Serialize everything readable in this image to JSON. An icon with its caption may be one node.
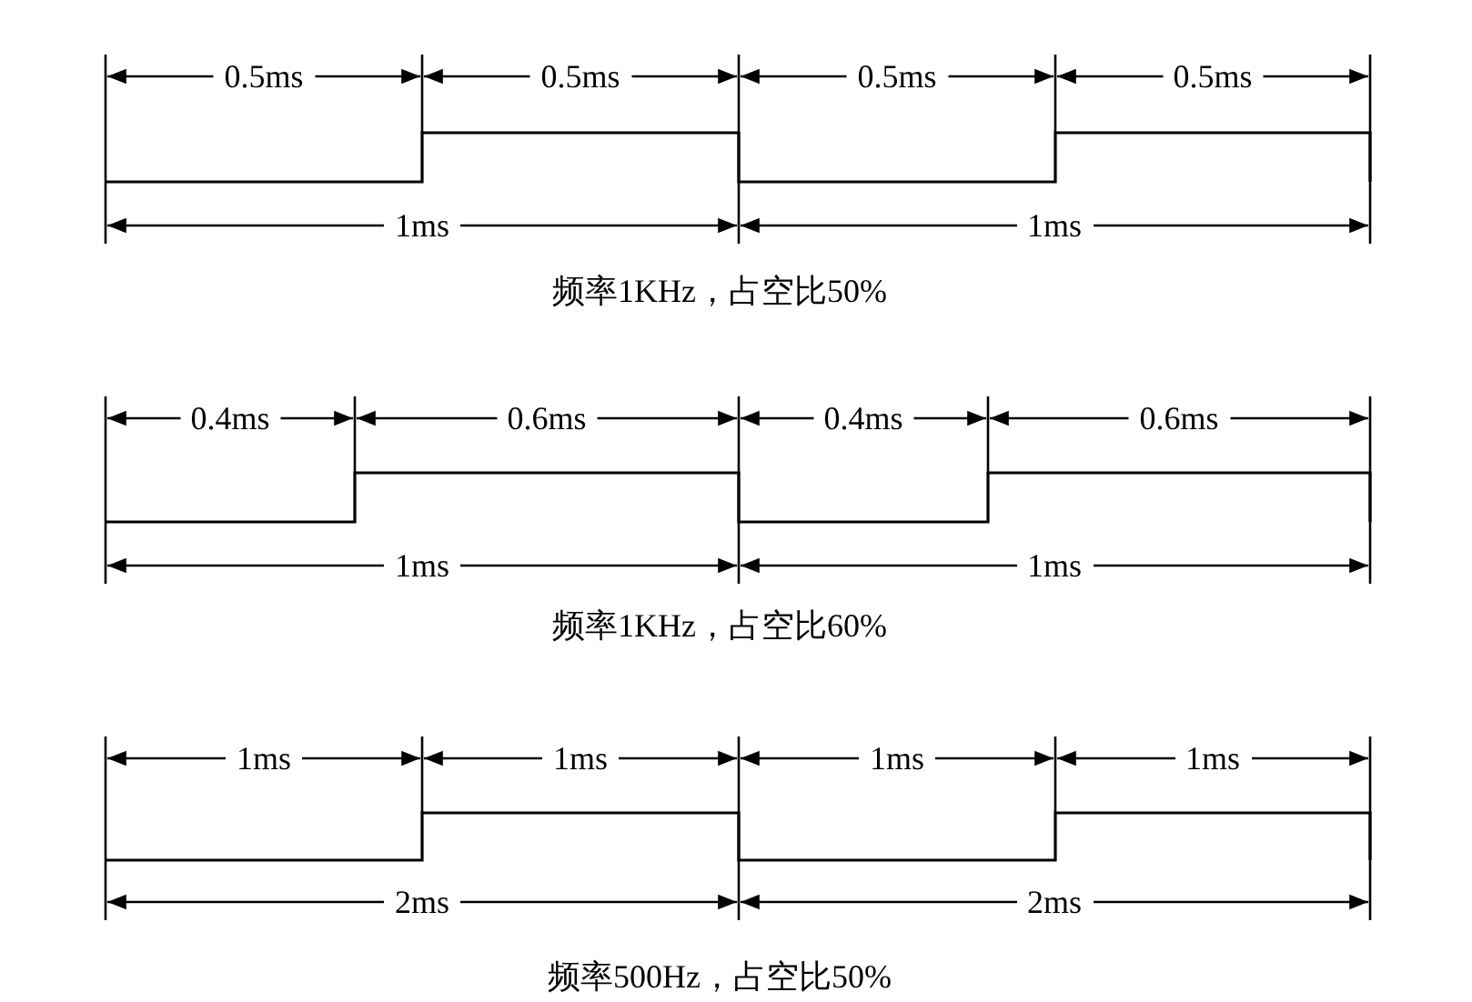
{
  "diagram": {
    "labels": [
      "0.5ms",
      "0.5ms",
      "0.5ms",
      "0.5ms",
      "1ms",
      "1ms",
      "频率1KHz，占空比50%",
      "0.4ms",
      "0.6ms",
      "0.4ms",
      "0.6ms",
      "1ms",
      "1ms",
      "频率1KHz，占空比60%",
      "1ms",
      "1ms",
      "1ms",
      "1ms",
      "2ms",
      "2ms",
      "频率500Hz，占空比50%"
    ]
  }
}
